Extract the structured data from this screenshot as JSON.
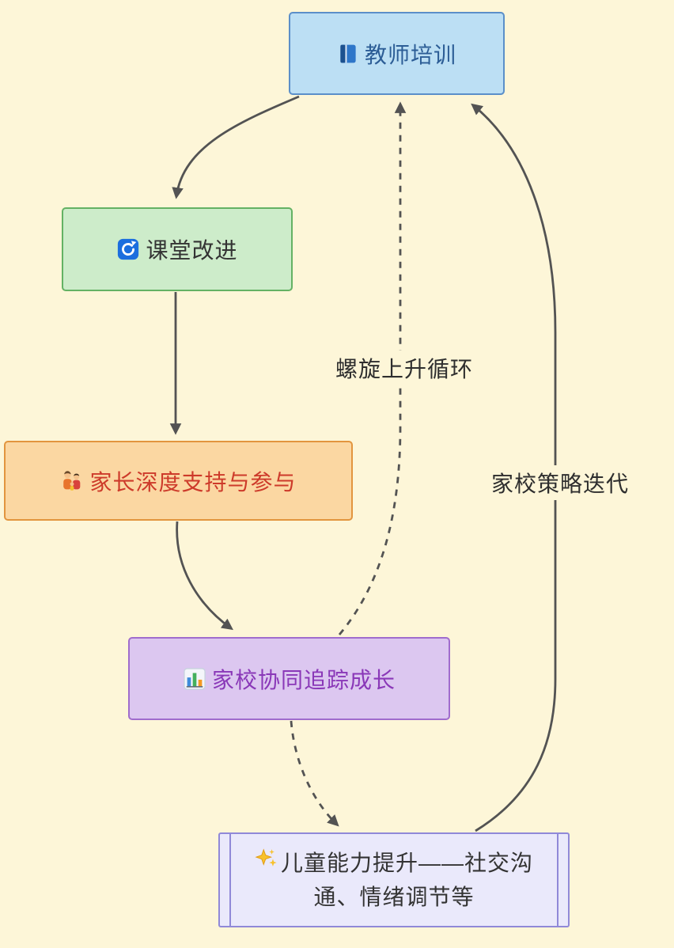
{
  "page": {
    "background_color": "#fdf6d8"
  },
  "diagram": {
    "type": "flowchart",
    "direction": "top-down",
    "edge_color": "#535353",
    "nodes": {
      "teacher": {
        "label": "教师培训",
        "icon": "book-icon",
        "glyph": "📘",
        "fill": "#bcdff4",
        "border": "#5b8fc9",
        "text_color": "#2c5d96"
      },
      "classroom": {
        "label": "课堂改进",
        "icon": "refresh-icon",
        "glyph": "🔄",
        "fill": "#cdecca",
        "border": "#64b264",
        "text_color": "#333333"
      },
      "parents": {
        "label": "家长深度支持与参与",
        "icon": "family-icon",
        "glyph": "👪",
        "fill": "#fbd7a2",
        "border": "#e2953e",
        "text_color": "#cd3a2a"
      },
      "tracking": {
        "label": "家校协同追踪成长",
        "icon": "bar-chart-icon",
        "glyph": "📊",
        "fill": "#dcc7f0",
        "border": "#a06ccd",
        "text_color": "#8a38b8"
      },
      "children": {
        "label": "儿童能力提升——社交沟通、情绪调节等",
        "icon": "sparkles-icon",
        "glyph": "✨",
        "fill": "#eae9fb",
        "border": "#9089d8",
        "text_color": "#333333",
        "shape": "subroutine"
      }
    },
    "edges": [
      {
        "from": "teacher",
        "to": "classroom",
        "style": "solid",
        "label": ""
      },
      {
        "from": "classroom",
        "to": "parents",
        "style": "solid",
        "label": ""
      },
      {
        "from": "parents",
        "to": "tracking",
        "style": "solid",
        "label": ""
      },
      {
        "from": "tracking",
        "to": "children",
        "style": "dashed",
        "label": ""
      },
      {
        "from": "tracking",
        "to": "teacher",
        "style": "dashed",
        "label": "螺旋上升循环"
      },
      {
        "from": "children",
        "to": "teacher",
        "style": "solid",
        "label": "家校策略迭代"
      }
    ]
  }
}
